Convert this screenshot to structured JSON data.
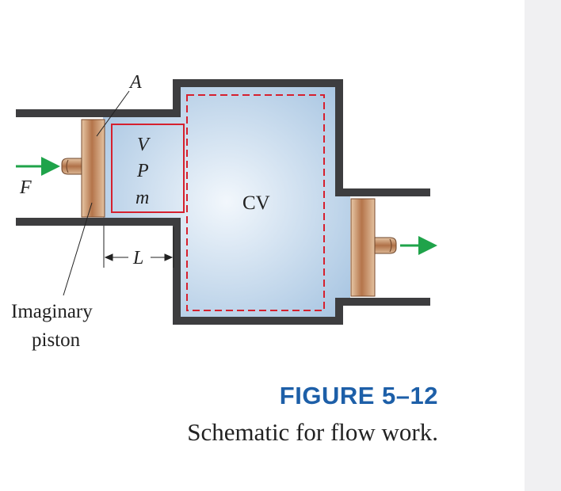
{
  "labels": {
    "area": "A",
    "volume": "V",
    "pressure": "P",
    "mass": "m",
    "force": "F",
    "control_volume": "CV",
    "length": "L",
    "imaginary_piston_line1": "Imaginary",
    "imaginary_piston_line2": "piston"
  },
  "caption": {
    "figure_number": "FIGURE 5–12",
    "description": "Schematic for flow work."
  },
  "colors": {
    "wall": "#3d3d3f",
    "fluid": "#b9d3ea",
    "boundary": "#d6202e",
    "arrow": "#1fa34a",
    "piston": "#b97a4f",
    "caption_title": "#1d5fa8",
    "sidebar": "#f0f0f2"
  }
}
